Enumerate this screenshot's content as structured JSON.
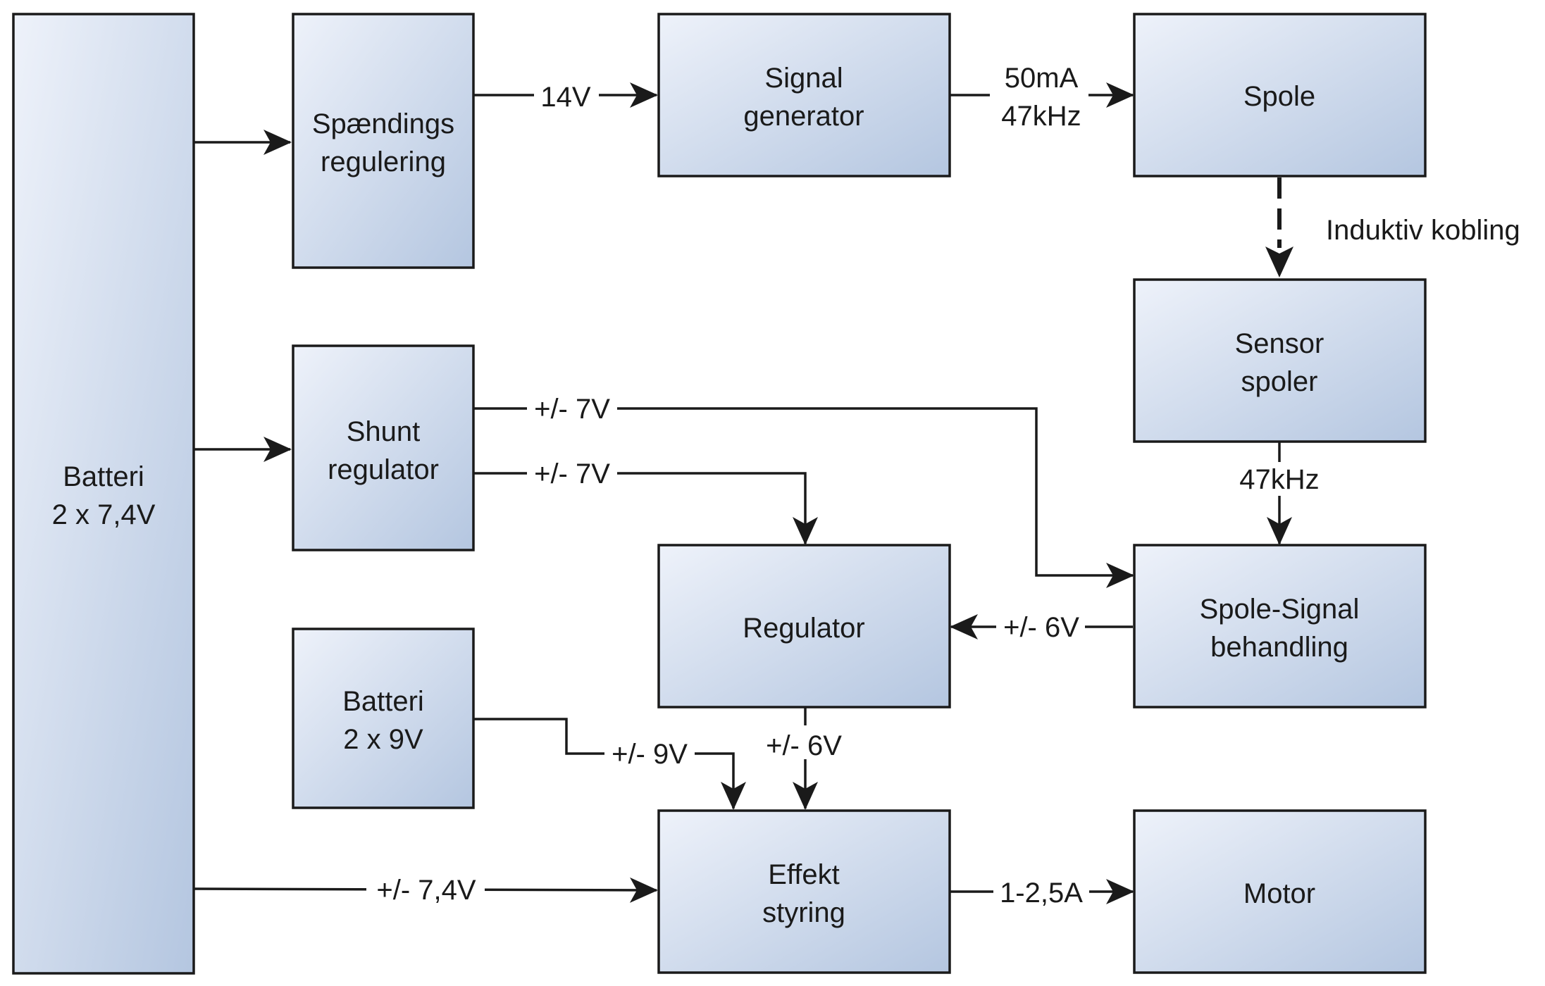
{
  "blocks": {
    "batteri_main": [
      "Batteri",
      "2 x 7,4V"
    ],
    "spaendings": [
      "Spændings",
      "regulering"
    ],
    "signal_gen": [
      "Signal",
      "generator"
    ],
    "spole": [
      "Spole"
    ],
    "sensor": [
      "Sensor",
      "spoler"
    ],
    "shunt": [
      "Shunt",
      "regulator"
    ],
    "regulator": [
      "Regulator"
    ],
    "spole_signal": [
      "Spole-Signal",
      "behandling"
    ],
    "batteri_9v": [
      "Batteri",
      "2 x 9V"
    ],
    "effekt": [
      "Effekt",
      "styring"
    ],
    "motor": [
      "Motor"
    ]
  },
  "edges": {
    "v14": "14V",
    "ma50": "50mA",
    "khz47_top": "47kHz",
    "induktiv": "Induktiv kobling",
    "khz47_sensor": "47kHz",
    "pm7_a": "+/- 7V",
    "pm7_b": "+/- 7V",
    "pm6_reg": "+/- 6V",
    "pm9": "+/- 9V",
    "pm6_eff": "+/- 6V",
    "pm74": "+/- 7,4V",
    "amp": "1-2,5A"
  },
  "colors": {
    "block_fill_light": "#eef2fa",
    "block_fill_dark": "#b4c6e0",
    "stroke": "#1a1a1a"
  }
}
